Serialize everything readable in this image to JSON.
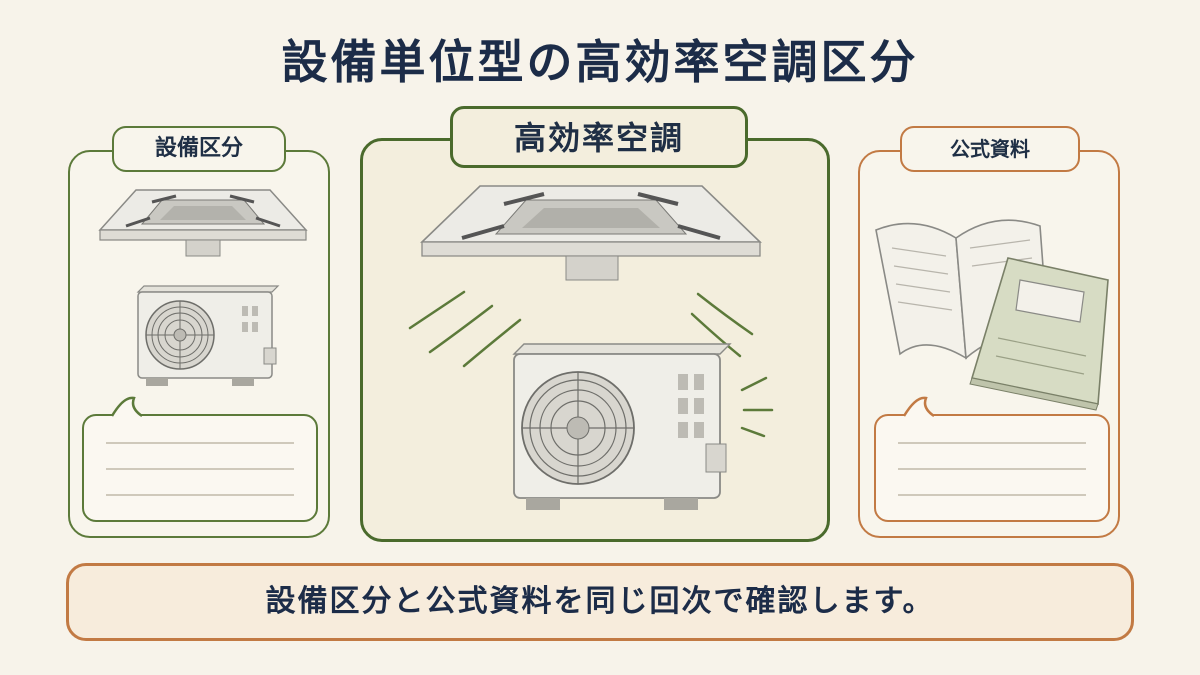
{
  "title": "設備単位型の高効率空調区分",
  "panels": {
    "left": {
      "label": "設備区分",
      "icons": [
        "ceiling-cassette-ac-icon",
        "outdoor-unit-icon",
        "speech-bubble-icon"
      ]
    },
    "center": {
      "label": "高効率空調",
      "icons": [
        "ceiling-cassette-ac-icon",
        "outdoor-unit-icon",
        "airflow-lines-icon"
      ]
    },
    "right": {
      "label": "公式資料",
      "icons": [
        "open-book-icon",
        "closed-book-icon",
        "speech-bubble-icon"
      ]
    }
  },
  "footer": {
    "text": "設備区分と公式資料を同じ回次で確認します。"
  },
  "colors": {
    "background": "#f7f3ea",
    "green": "#5c7a3a",
    "dark_green": "#4a6a2c",
    "orange": "#c27a44",
    "navy": "#1c2c48"
  }
}
